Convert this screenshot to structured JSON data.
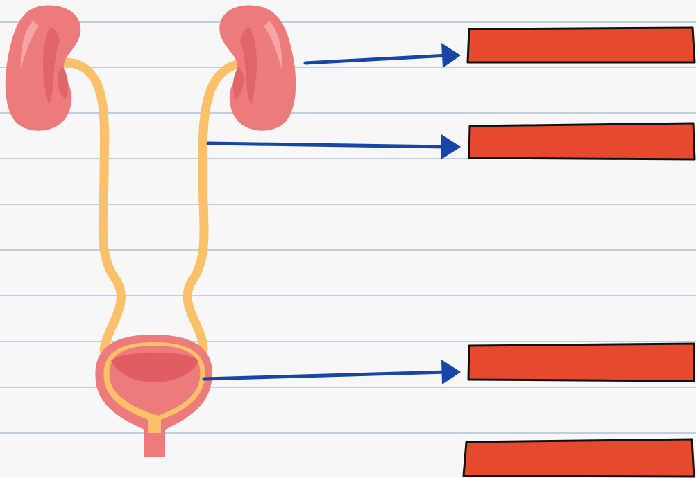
{
  "diagram": {
    "title": "",
    "colors": {
      "background": "#f7f7f8",
      "ruled_line": "#c3cedd",
      "kidney": "#ee7b7b",
      "kidney_dark": "#e06566",
      "kidney_highlight": "#f6a4a4",
      "ureter": "#fbc06a",
      "bladder_outer": "#ee7b7b",
      "bladder_inner": "#e25d62",
      "arrow": "#1846a6",
      "label_box_fill": "#e6492d",
      "label_box_outline": "#111111"
    },
    "organs": [
      {
        "name": "left-kidney-icon"
      },
      {
        "name": "right-kidney-icon"
      },
      {
        "name": "left-ureter"
      },
      {
        "name": "right-ureter"
      },
      {
        "name": "bladder-icon"
      },
      {
        "name": "urethra"
      }
    ],
    "arrows": [
      {
        "name": "arrow-to-label-1",
        "points_to": "right kidney"
      },
      {
        "name": "arrow-to-label-2",
        "points_to": "ureter"
      },
      {
        "name": "arrow-to-label-3",
        "points_to": "bladder"
      }
    ],
    "label_boxes": [
      {
        "name": "label-box-1",
        "text": ""
      },
      {
        "name": "label-box-2",
        "text": ""
      },
      {
        "name": "label-box-3",
        "text": ""
      },
      {
        "name": "label-box-4",
        "text": ""
      }
    ]
  }
}
